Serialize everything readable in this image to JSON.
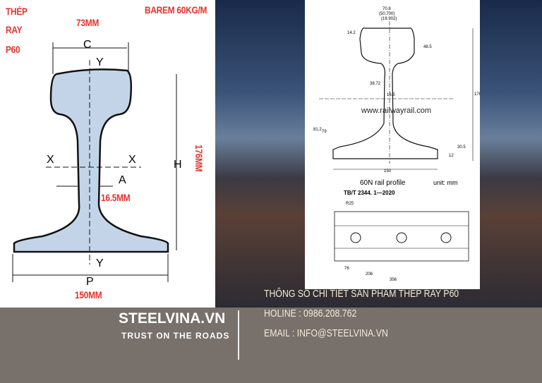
{
  "left_panel": {
    "title_lines": [
      "THÉP",
      "RAY",
      "P60"
    ],
    "top_width": "73MM",
    "barem": "BAREM 60KG/M",
    "height": "176MM",
    "web": "16.5MM",
    "base": "150MM",
    "labels": {
      "c": "C",
      "y_top": "Y",
      "y_bottom": "Y",
      "x_left": "X",
      "x_right": "X",
      "a": "A",
      "h": "H",
      "p": "P"
    }
  },
  "drawing": {
    "website": "www.railwayrail.com",
    "caption": "60N rail profile",
    "unit": "unit: mm",
    "standard": "TB/T 2344. 1—2020",
    "dims": [
      "70.8",
      "(50.700)",
      "(19.902)",
      "14.2",
      "48.5",
      "176",
      "38.72",
      "16.5",
      "81.2",
      "79",
      "30.5",
      "12",
      "150",
      "R25",
      "76",
      "206",
      "356"
    ]
  },
  "footer": {
    "brand": "STEELVINA.VN",
    "tagline": "TRUST ON THE ROADS",
    "heading": "THÔNG SỐ CHI TIẾT SẢN PHẨM THÉP RAY P60",
    "hotline": "HOLINE : 0986.208.762",
    "email": "EMAIL : INFO@STEELVINA.VN"
  },
  "colors": {
    "accent": "#e8302a",
    "rail_fill": "#c4d4e8",
    "footer_bg": "#77706b"
  }
}
